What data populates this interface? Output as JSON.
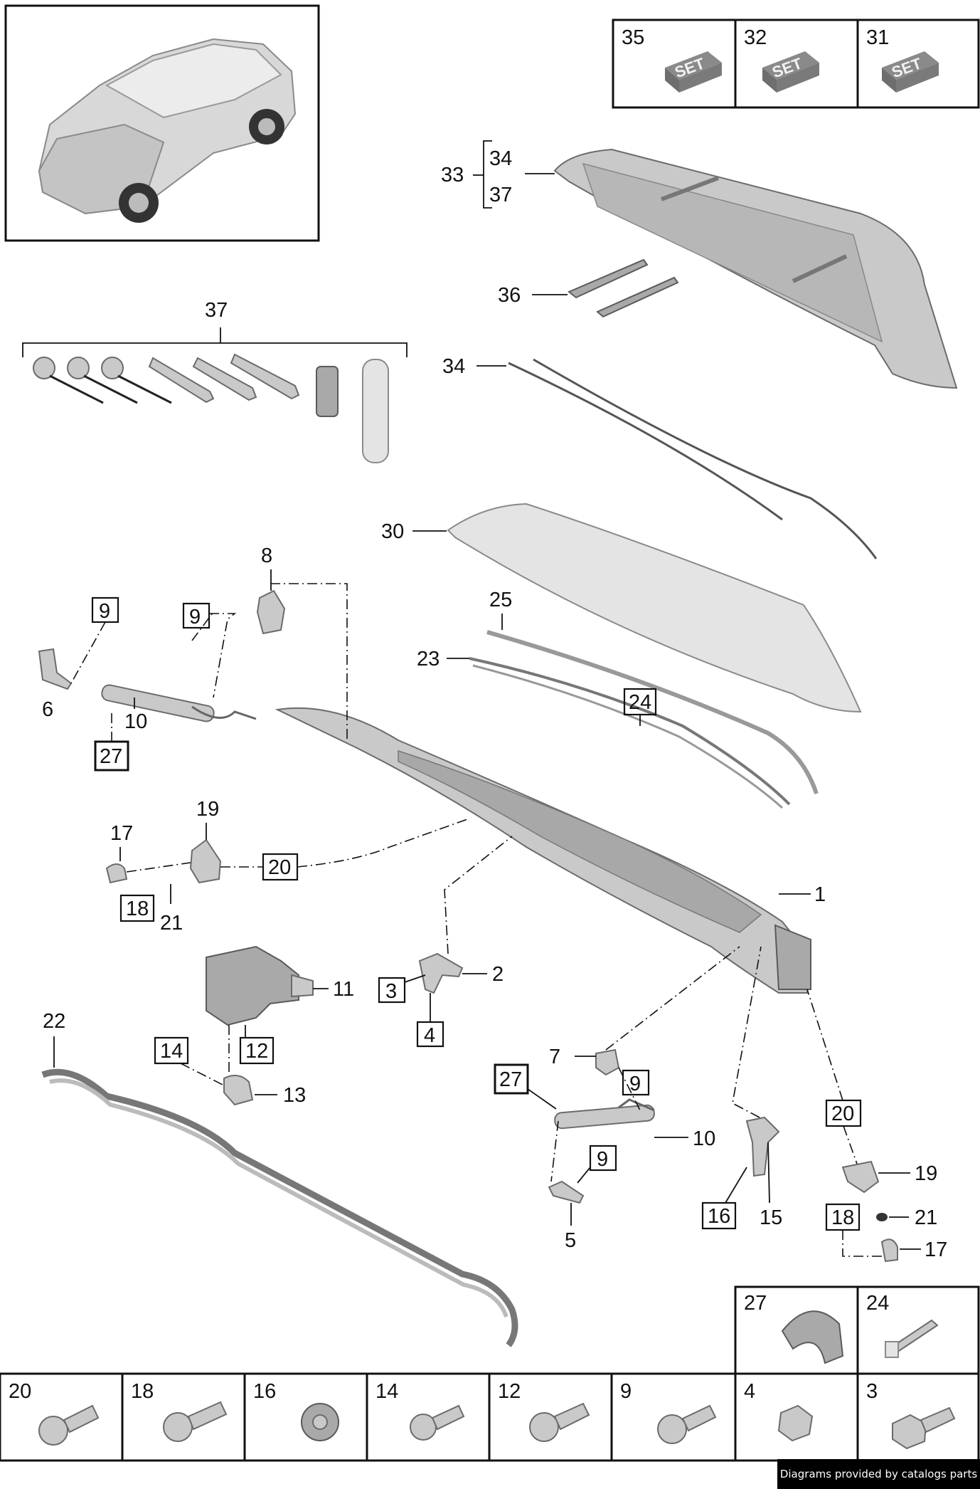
{
  "labels": {
    "l1": "1",
    "l2": "2",
    "l3": "3",
    "l4": "4",
    "l5": "5",
    "l6": "6",
    "l7": "7",
    "l8": "8",
    "l9a": "9",
    "l9b": "9",
    "l9c": "9",
    "l9d": "9",
    "l10a": "10",
    "l10b": "10",
    "l11": "11",
    "l12": "12",
    "l13": "13",
    "l14": "14",
    "l15": "15",
    "l16": "16",
    "l17a": "17",
    "l17b": "17",
    "l18a": "18",
    "l18b": "18",
    "l19a": "19",
    "l19b": "19",
    "l20a": "20",
    "l20b": "20",
    "l21a": "21",
    "l21b": "21",
    "l22": "22",
    "l23": "23",
    "l24": "24",
    "l25": "25",
    "l27a": "27",
    "l27b": "27",
    "l30": "30",
    "l33": "33",
    "l34a": "34",
    "l34b": "34",
    "l36": "36",
    "l37a": "37",
    "l37b": "37"
  },
  "top_sets": [
    {
      "num": "35",
      "text": "SET"
    },
    {
      "num": "32",
      "text": "SET"
    },
    {
      "num": "31",
      "text": "SET"
    }
  ],
  "mid_cells": [
    {
      "num": "27"
    },
    {
      "num": "24"
    }
  ],
  "bottom_cells": [
    {
      "num": "20"
    },
    {
      "num": "18"
    },
    {
      "num": "16"
    },
    {
      "num": "14"
    },
    {
      "num": "12"
    },
    {
      "num": "9"
    },
    {
      "num": "4"
    },
    {
      "num": "3"
    }
  ],
  "credit": "Diagrams provided by catalogs parts"
}
